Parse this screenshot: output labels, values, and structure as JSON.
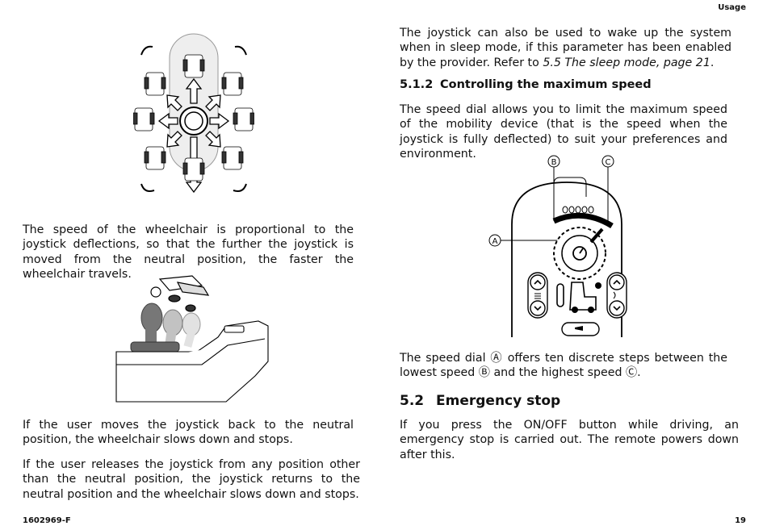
{
  "header": {
    "section": "Usage"
  },
  "footer": {
    "doc_id": "1602969-F",
    "page": "19"
  },
  "left": {
    "p1": "The speed of the wheelchair is proportional to the joystick deflections, so that the further the joystick is moved from the neutral position, the faster the wheelchair travels.",
    "p2": "If the user moves the joystick back to the neutral position, the wheelchair slows down and stops.",
    "p3": "If the user releases the joystick from any position other than the neutral position, the joystick returns to the neutral position and the wheelchair slows down and stops."
  },
  "right": {
    "p1_text": "The joystick can also be used to wake up the system when in sleep mode, if this parameter has been enabled by the provider. Refer to ",
    "p1_ref": "5.5 The sleep mode, page 21",
    "p1_end": ".",
    "h512_num": "5.1.2",
    "h512_title": "Controlling the maximum speed",
    "p2": "The speed dial allows you to limit the maximum speed of the mobility device (that is the speed when the joystick is fully deflected) to suit your preferences and environment.",
    "p3": "The speed dial Ⓐ offers ten discrete steps between the lowest speed Ⓑ and the highest speed Ⓒ.",
    "h52_num": "5.2",
    "h52_title": "Emergency stop",
    "p4": "If you press the ON/OFF button while driving, an emergency stop is carried out. The remote powers down after this."
  },
  "figure_speed_dial": {
    "callout_a": "A",
    "callout_b": "B",
    "callout_c": "C"
  }
}
